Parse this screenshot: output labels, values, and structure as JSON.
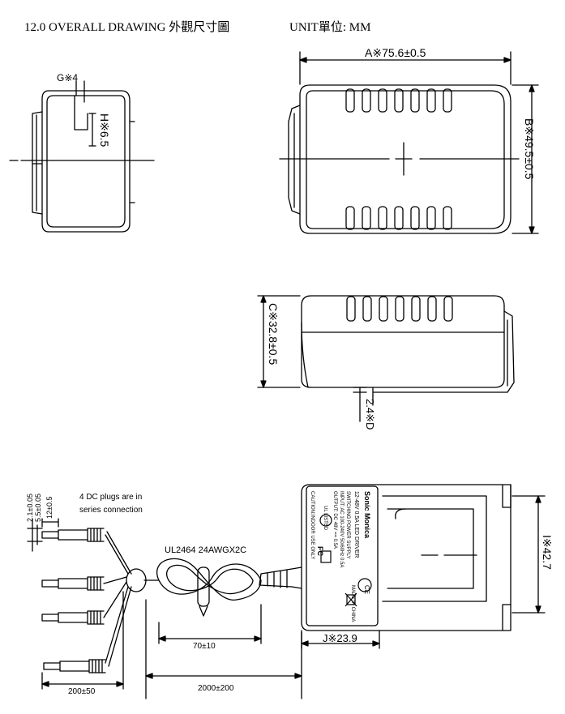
{
  "header": {
    "title": "12.0  OVERALL DRAWING 外觀尺寸圖",
    "unit": "UNIT單位: MM"
  },
  "dimensions": {
    "g": "G※4",
    "h": "H※6.5",
    "a": "A※75.6±0.5",
    "b": "B※49.5±0.5",
    "c": "C※32.8±0.5",
    "d": "2.4※D",
    "i": "I※42.7",
    "j": "J※23.9"
  },
  "cable": {
    "plugs_note_line1": "4 DC plugs are in",
    "plugs_note_line2": "series connection",
    "spec": "UL2464 24AWGX2C",
    "coil_length": "70±10",
    "cable_length": "2000±200",
    "split_length": "200±50",
    "plug_len": "12±0.5",
    "plug_od": "5.5±0.05",
    "plug_id": "2.1±0.05"
  },
  "label": {
    "brand": "Sonic Monica",
    "model": "12-48V 0.5A LED DRIVER",
    "line1": "SWITCHING POWER SUPPLY",
    "line2": "INPUT: AC 100-240V 50/60Hz 0.5A",
    "line3": "OUTPUT: DC 48V == 0.5A",
    "caution": "CAUTION:INDOOR USE ONLY",
    "ul": "UL LISTED",
    "fcc": "FC",
    "ce": "CE",
    "made": "MADE IN CHINA"
  }
}
